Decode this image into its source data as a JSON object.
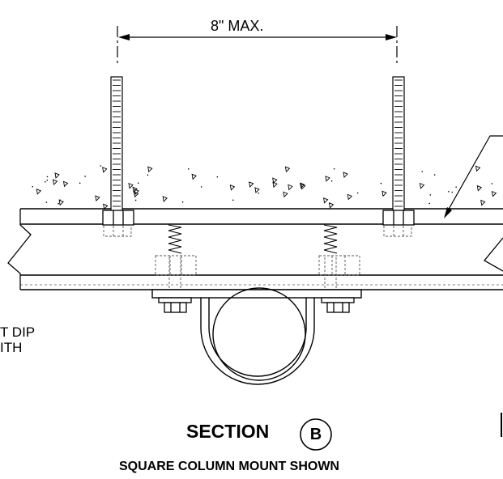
{
  "dimension": {
    "label": "8\" MAX."
  },
  "cut_note": {
    "line1": "T DIP",
    "line2": "ITH"
  },
  "section": {
    "title": "SECTION",
    "bubble": "B"
  },
  "subtitle": "SQUARE COLUMN MOUNT SHOWN",
  "colors": {
    "ink": "#000000",
    "background": "#ffffff",
    "hidden_line": "#555555"
  }
}
